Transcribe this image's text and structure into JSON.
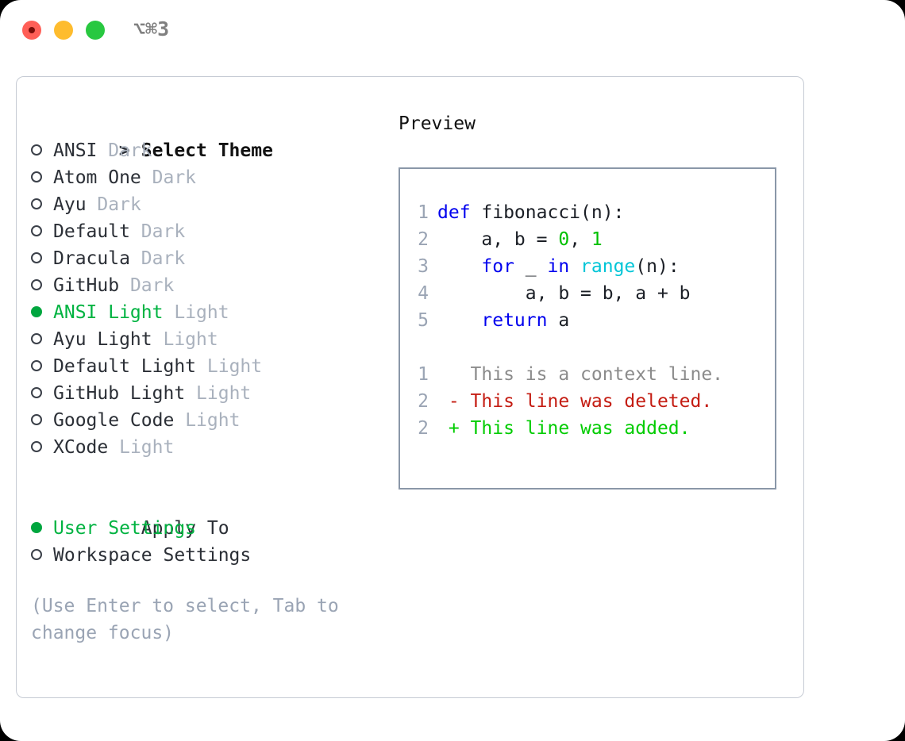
{
  "titlebar": {
    "shortcut": "⌥⌘3",
    "buttons": [
      "close",
      "minimize",
      "maximize"
    ]
  },
  "theme_picker": {
    "heading": "Select Theme",
    "heading_marker": "> ",
    "items": [
      {
        "marker": "○",
        "name": "ANSI",
        "variant": "Dark",
        "selected": false
      },
      {
        "marker": "○",
        "name": "Atom One",
        "variant": "Dark",
        "selected": false
      },
      {
        "marker": "○",
        "name": "Ayu",
        "variant": "Dark",
        "selected": false
      },
      {
        "marker": "○",
        "name": "Default",
        "variant": "Dark",
        "selected": false
      },
      {
        "marker": "○",
        "name": "Dracula",
        "variant": "Dark",
        "selected": false
      },
      {
        "marker": "○",
        "name": "GitHub",
        "variant": "Dark",
        "selected": false
      },
      {
        "marker": "●",
        "name": "ANSI Light",
        "variant": "Light",
        "selected": true
      },
      {
        "marker": "○",
        "name": "Ayu Light",
        "variant": "Light",
        "selected": false
      },
      {
        "marker": "○",
        "name": "Default Light",
        "variant": "Light",
        "selected": false
      },
      {
        "marker": "○",
        "name": "GitHub Light",
        "variant": "Light",
        "selected": false
      },
      {
        "marker": "○",
        "name": "Google Code",
        "variant": "Light",
        "selected": false
      },
      {
        "marker": "○",
        "name": "XCode",
        "variant": "Light",
        "selected": false
      }
    ]
  },
  "apply_to": {
    "heading": "Apply To",
    "items": [
      {
        "marker": "●",
        "label": "User Settings",
        "selected": true
      },
      {
        "marker": "○",
        "label": "Workspace Settings",
        "selected": false
      }
    ]
  },
  "hint": "(Use Enter to select, Tab to change focus)",
  "preview": {
    "title": "Preview",
    "code_lines": [
      {
        "n": "1",
        "tokens": [
          {
            "t": "def",
            "c": "kw"
          },
          {
            "t": " fibonacci(n):",
            "c": "plain"
          }
        ]
      },
      {
        "n": "2",
        "tokens": [
          {
            "t": "    a, b = ",
            "c": "plain"
          },
          {
            "t": "0",
            "c": "num"
          },
          {
            "t": ", ",
            "c": "plain"
          },
          {
            "t": "1",
            "c": "num"
          }
        ]
      },
      {
        "n": "3",
        "tokens": [
          {
            "t": "    ",
            "c": "plain"
          },
          {
            "t": "for",
            "c": "kw"
          },
          {
            "t": " _ ",
            "c": "plain"
          },
          {
            "t": "in",
            "c": "kw"
          },
          {
            "t": " ",
            "c": "plain"
          },
          {
            "t": "range",
            "c": "fn"
          },
          {
            "t": "(n):",
            "c": "plain"
          }
        ]
      },
      {
        "n": "4",
        "tokens": [
          {
            "t": "        a, b = b, a + b",
            "c": "plain"
          }
        ]
      },
      {
        "n": "5",
        "tokens": [
          {
            "t": "    ",
            "c": "plain"
          },
          {
            "t": "return",
            "c": "kw"
          },
          {
            "t": " a",
            "c": "plain"
          }
        ]
      }
    ],
    "diff_lines": [
      {
        "n": "1",
        "sign": " ",
        "text": "This is a context line.",
        "kind": "ctx"
      },
      {
        "n": "2",
        "sign": "-",
        "text": "This line was deleted.",
        "kind": "del"
      },
      {
        "n": "2",
        "sign": "+",
        "text": "This line was added.",
        "kind": "add"
      }
    ]
  },
  "colors": {
    "selected_green": "#00b341",
    "radio_green": "#00a63f",
    "variant_gray": "#a9b1bd",
    "hint_gray": "#9aa4b4",
    "keyword_blue": "#0000ee",
    "function_cyan": "#00c5d7",
    "number_green": "#00c000",
    "diff_deleted": "#c41c12",
    "diff_added": "#00cc00",
    "diff_context": "#8b8b8b",
    "panel_border": "#c6cbd4",
    "preview_border": "#8a97a8",
    "traffic_close": "#ff5f57",
    "traffic_min": "#febc2e",
    "traffic_max": "#28c840"
  }
}
